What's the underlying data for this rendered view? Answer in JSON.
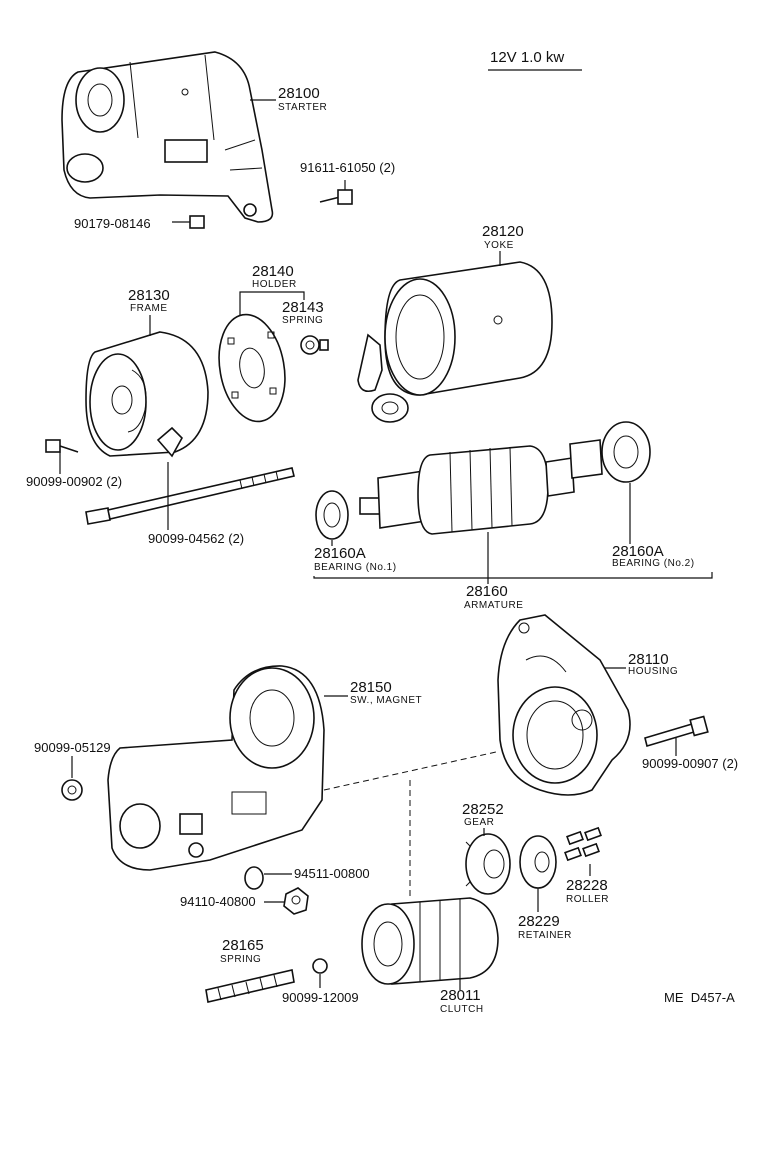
{
  "header": {
    "spec": "12V 1.0 kw",
    "code": "ME  D457-A"
  },
  "parts": {
    "starter": {
      "num": "28100",
      "name": "STARTER"
    },
    "bolt_91611": {
      "num": "91611-61050 (2)"
    },
    "nut_90179": {
      "num": "90179-08146"
    },
    "yoke": {
      "num": "28120",
      "name": "YOKE"
    },
    "holder": {
      "num": "28140",
      "name": "HOLDER"
    },
    "spring_28143": {
      "num": "28143",
      "name": "SPRING"
    },
    "frame": {
      "num": "28130",
      "name": "FRAME"
    },
    "screw_90099_00902": {
      "num": "90099-00902 (2)"
    },
    "bolt_90099_04562": {
      "num": "90099-04562 (2)"
    },
    "bearing_no1": {
      "num": "28160A",
      "name": "BEARING (No.1)"
    },
    "bearing_no2": {
      "num": "28160A",
      "name": "BEARING (No.2)"
    },
    "armature": {
      "num": "28160",
      "name": "ARMATURE"
    },
    "housing": {
      "num": "28110",
      "name": "HOUSING"
    },
    "sw_magnet": {
      "num": "28150",
      "name": "SW., MAGNET"
    },
    "cap_90099_05129": {
      "num": "90099-05129"
    },
    "bolt_90099_00907": {
      "num": "90099-00907 (2)"
    },
    "gear": {
      "num": "28252",
      "name": "GEAR"
    },
    "washer_94511": {
      "num": "94511-00800"
    },
    "nut_94110": {
      "num": "94110-40800"
    },
    "roller": {
      "num": "28228",
      "name": "ROLLER"
    },
    "retainer": {
      "num": "28229",
      "name": "RETAINER"
    },
    "spring_28165": {
      "num": "28165",
      "name": "SPRING"
    },
    "ball_90099_12009": {
      "num": "90099-12009"
    },
    "clutch": {
      "num": "28011",
      "name": "CLUTCH"
    }
  }
}
